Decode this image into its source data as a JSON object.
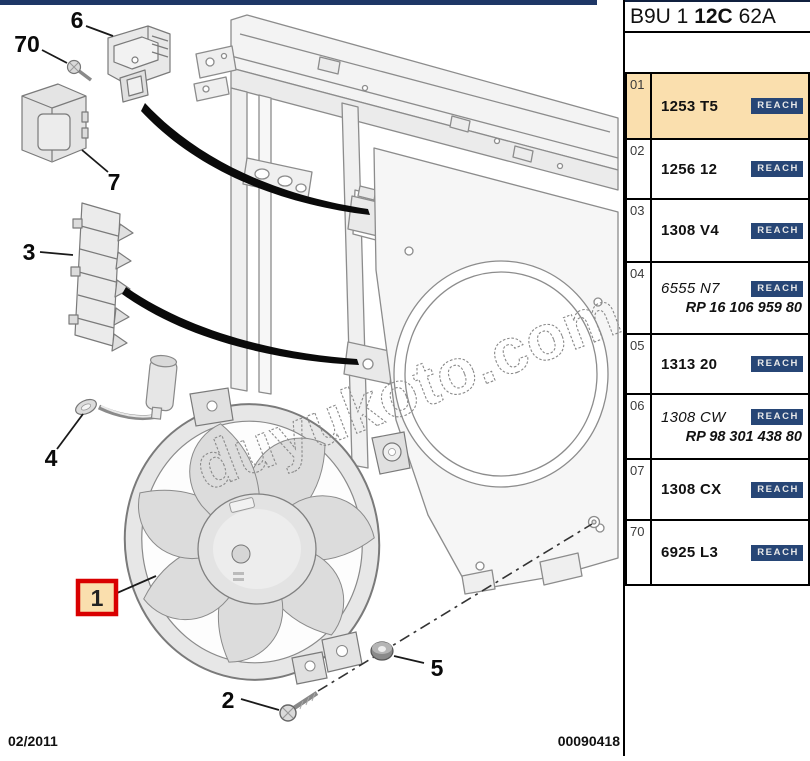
{
  "header": {
    "code_part1": "B9U 1 ",
    "code_part2": "12C",
    "code_part3": " 62A"
  },
  "watermark_text": "duyukoto.com",
  "reach_label": "REACH",
  "footer": {
    "date": "02/2011",
    "doc_number": "00090418"
  },
  "colors": {
    "highlight": "#FADFAE",
    "reach_button": "#274676",
    "top_bar": "#1E3766",
    "callout_box_border": "#D90000"
  },
  "diagram": {
    "description": "Exploded technical drawing of radiator support frame with cooling fan assembly",
    "callouts": {
      "c1": "1",
      "c2": "2",
      "c3": "3",
      "c4": "4",
      "c5": "5",
      "c6": "6",
      "c7": "7",
      "c70": "70"
    }
  },
  "parts_table": {
    "rows": [
      {
        "ref": "01",
        "part_number": "1253 T5",
        "rp": "",
        "highlighted": true
      },
      {
        "ref": "02",
        "part_number": "1256 12",
        "rp": "",
        "highlighted": false
      },
      {
        "ref": "03",
        "part_number": "1308 V4",
        "rp": "",
        "highlighted": false
      },
      {
        "ref": "04",
        "part_number": "6555 N7",
        "rp": "RP 16 106 959 80",
        "highlighted": false
      },
      {
        "ref": "05",
        "part_number": "1313 20",
        "rp": "",
        "highlighted": false
      },
      {
        "ref": "06",
        "part_number": "1308 CW",
        "rp": "RP 98 301 438 80",
        "highlighted": false
      },
      {
        "ref": "07",
        "part_number": "1308 CX",
        "rp": "",
        "highlighted": false
      },
      {
        "ref": "70",
        "part_number": "6925 L3",
        "rp": "",
        "highlighted": false
      }
    ]
  }
}
